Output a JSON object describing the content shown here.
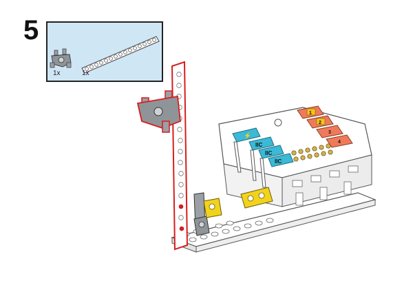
{
  "step": {
    "number": "5"
  },
  "parts": [
    {
      "name": "cross-connector-part",
      "quantity": "1x"
    },
    {
      "name": "beam-15-hole",
      "quantity": "1x"
    }
  ],
  "module_ports": {
    "power_label": "",
    "iic_labels": [
      "IIC",
      "IIC",
      "IIC"
    ],
    "numbered_ports": [
      "1",
      "2",
      "3",
      "4"
    ]
  },
  "colors": {
    "panel_bg": "#cfe6f5",
    "port_cyan": "#3bb9d6",
    "port_orange": "#ef7a5a",
    "port_yellow": "#f6c21b",
    "connector_yellow": "#f2d31b",
    "highlight_red": "#d81c1c",
    "part_gray": "#8f9499"
  }
}
